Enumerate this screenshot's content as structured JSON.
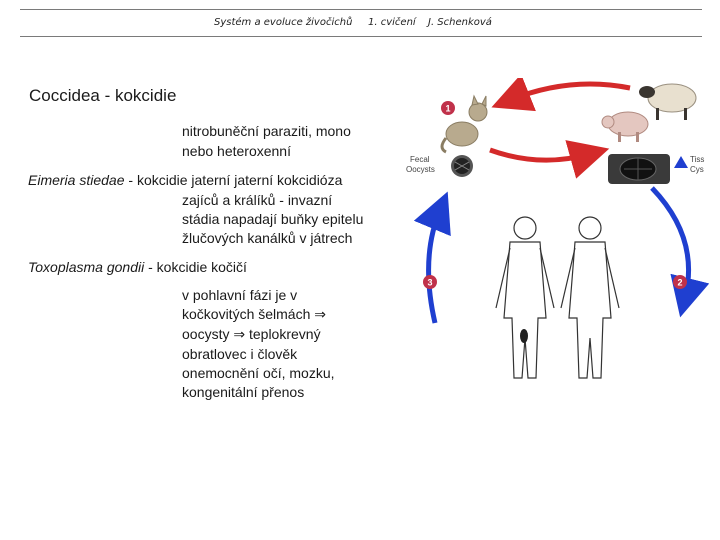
{
  "header": {
    "course": "Systém a evoluce živočichů",
    "exercise": "1. cvičení",
    "author": "J. Schenková"
  },
  "title": "Coccidea - kokcidie",
  "intro_lines": [
    "nitrobuněční paraziti, mono",
    "nebo heteroxenní"
  ],
  "eimeria": {
    "name": "Eimeria stiedae",
    "suffix": " - kokcidie jaterní",
    "disease": "jaterní kokcidióza",
    "lines": [
      "zajíců a králíků - invazní",
      "stádia napadají buňky epitelu",
      "žlučových kanálků v játrech"
    ]
  },
  "toxoplasma": {
    "name": "Toxoplasma gondii",
    "suffix": " - kokcidie kočičí",
    "line1": "v pohlavní fázi je v",
    "line2_text": "kočkovitých šelmách",
    "line3_a": "oocysty",
    "line3_b": "teplokrevný",
    "line4": "obratlovec i člověk",
    "line5": "onemocnění očí, mozku,",
    "line6": "kongenitální přenos",
    "arrow_symbol": "⇒"
  },
  "diagram": {
    "label_fecal_1": "Fecal",
    "label_fecal_2": "Oocysts",
    "label_tissue_1": "Tiss",
    "label_tissue_2": "Cys",
    "step1": "1",
    "step2": "2",
    "step3": "3",
    "colors": {
      "arrow_red": "#d42a2a",
      "arrow_blue": "#1f3fd0",
      "badge": "#c0314a"
    }
  }
}
